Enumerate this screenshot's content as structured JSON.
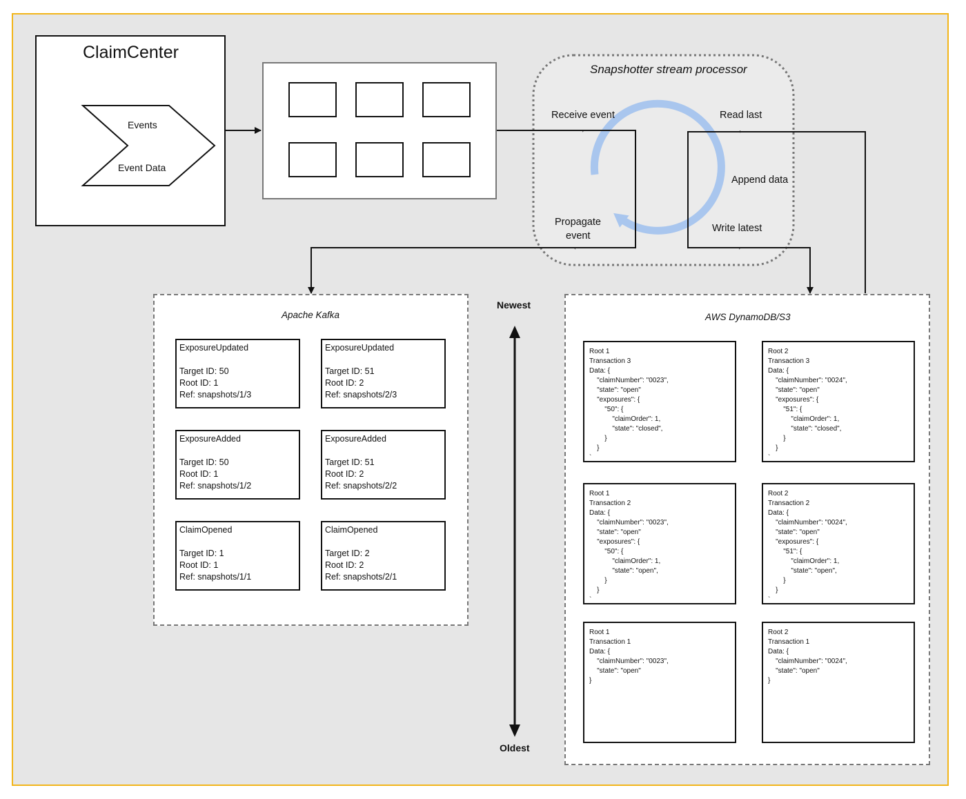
{
  "claimcenter": {
    "title": "ClaimCenter",
    "events_label": "Events",
    "event_data_label": "Event Data"
  },
  "processor": {
    "title": "Snapshotter stream processor",
    "receive_event": "Receive event",
    "read_last": "Read last",
    "append_data": "Append data",
    "propagate_event_1": "Propagate",
    "propagate_event_2": "event",
    "write_latest": "Write latest"
  },
  "kafka": {
    "title": "Apache Kafka",
    "messages": [
      {
        "type": "ExposureUpdated",
        "target": "Target ID: 50",
        "root": "Root ID: 1",
        "ref": "Ref: snapshots/1/3"
      },
      {
        "type": "ExposureUpdated",
        "target": "Target ID: 51",
        "root": "Root ID: 2",
        "ref": "Ref: snapshots/2/3"
      },
      {
        "type": "ExposureAdded",
        "target": "Target ID: 50",
        "root": "Root ID: 1",
        "ref": "Ref: snapshots/1/2"
      },
      {
        "type": "ExposureAdded",
        "target": "Target ID: 51",
        "root": "Root ID: 2",
        "ref": "Ref: snapshots/2/2"
      },
      {
        "type": "ClaimOpened",
        "target": "Target ID: 1",
        "root": "Root ID: 1",
        "ref": "Ref: snapshots/1/1"
      },
      {
        "type": "ClaimOpened",
        "target": "Target ID: 2",
        "root": "Root ID: 2",
        "ref": "Ref: snapshots/2/1"
      }
    ]
  },
  "timeline": {
    "newest": "Newest",
    "oldest": "Oldest"
  },
  "dynamo": {
    "title": "AWS DynamoDB/S3",
    "snapshots": [
      {
        "text": "Root 1\nTransaction 3\nData: {\n    \"claimNumber\": \"0023\",\n    \"state\": \"open\"\n    \"exposures\": {\n        \"50\": {\n            \"claimOrder\": 1,\n            \"state\": \"closed\",\n        }\n    }\n`"
      },
      {
        "text": "Root 2\nTransaction 3\nData: {\n    \"claimNumber\": \"0024\",\n    \"state\": \"open\"\n    \"exposures\": {\n        \"51\": {\n            \"claimOrder\": 1,\n            \"state\": \"closed\",\n        }\n    }\n`"
      },
      {
        "text": "Root 1\nTransaction 2\nData: {\n    \"claimNumber\": \"0023\",\n    \"state\": \"open\"\n    \"exposures\": {\n        \"50\": {\n            \"claimOrder\": 1,\n            \"state\": \"open\",\n        }\n    }\n`"
      },
      {
        "text": "Root 2\nTransaction 2\nData: {\n    \"claimNumber\": \"0024\",\n    \"state\": \"open\"\n    \"exposures\": {\n        \"51\": {\n            \"claimOrder\": 1,\n            \"state\": \"open\",\n        }\n    }\n`"
      },
      {
        "text": "Root 1\nTransaction 1\nData: {\n    \"claimNumber\": \"0023\",\n    \"state\": \"open\"\n}"
      },
      {
        "text": "Root 2\nTransaction 1\nData: {\n    \"claimNumber\": \"0024\",\n    \"state\": \"open\"\n}"
      }
    ]
  },
  "colors": {
    "frame_border": "#f2b51a",
    "background": "#e6e6e6",
    "cycle_arrow": "#a9c6ee"
  }
}
